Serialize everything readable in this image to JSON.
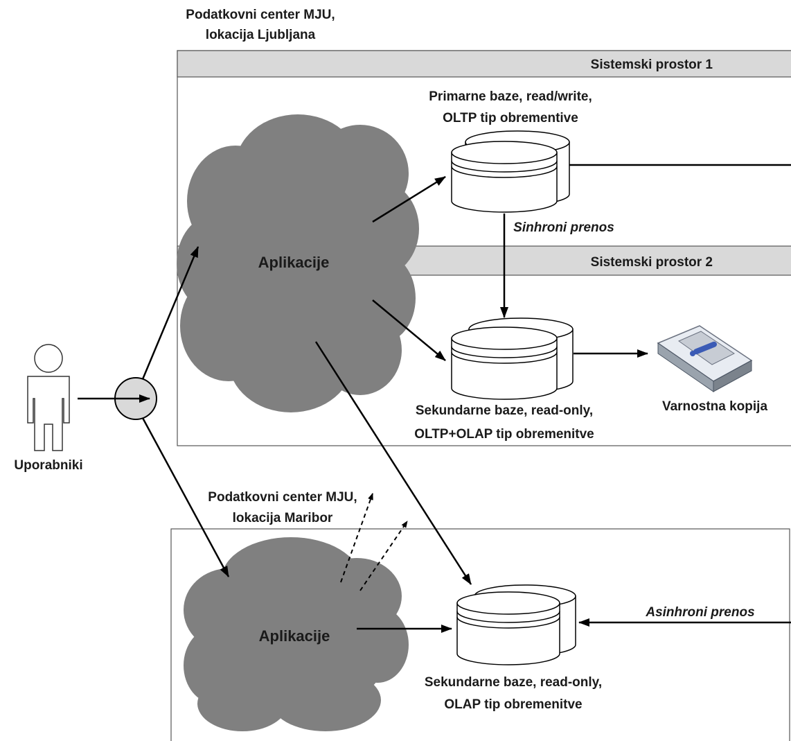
{
  "datacenter_ljubljana": {
    "label_line1": "Podatkovni center MJU,",
    "label_line2": "lokacija Ljubljana"
  },
  "system_space_1": {
    "label": "Sistemski prostor 1"
  },
  "system_space_2": {
    "label": "Sistemski prostor 2"
  },
  "cloud_top": {
    "label": "Aplikacije"
  },
  "cloud_bottom": {
    "label": "Aplikacije"
  },
  "primary_db": {
    "label_line1": "Primarne baze, read/write,",
    "label_line2": "OLTP tip obrementive"
  },
  "sync_transfer": {
    "label": "Sinhroni prenos"
  },
  "secondary_db_1": {
    "label_line1": "Sekundarne baze, read-only,",
    "label_line2": "OLTP+OLAP tip obremenitve"
  },
  "backup": {
    "label": "Varnostna kopija"
  },
  "users": {
    "label": "Uporabniki"
  },
  "datacenter_maribor": {
    "label_line1": "Podatkovni center MJU,",
    "label_line2": "lokacija Maribor"
  },
  "async_transfer": {
    "label": "Asinhroni prenos"
  },
  "secondary_db_2": {
    "label_line1": "Sekundarne baze, read-only,",
    "label_line2": "OLAP tip obremenitve"
  },
  "colors": {
    "header_band": "#d9d9d9",
    "cloud": "#808080",
    "router": "#d9d9d9",
    "line": "#000000"
  }
}
